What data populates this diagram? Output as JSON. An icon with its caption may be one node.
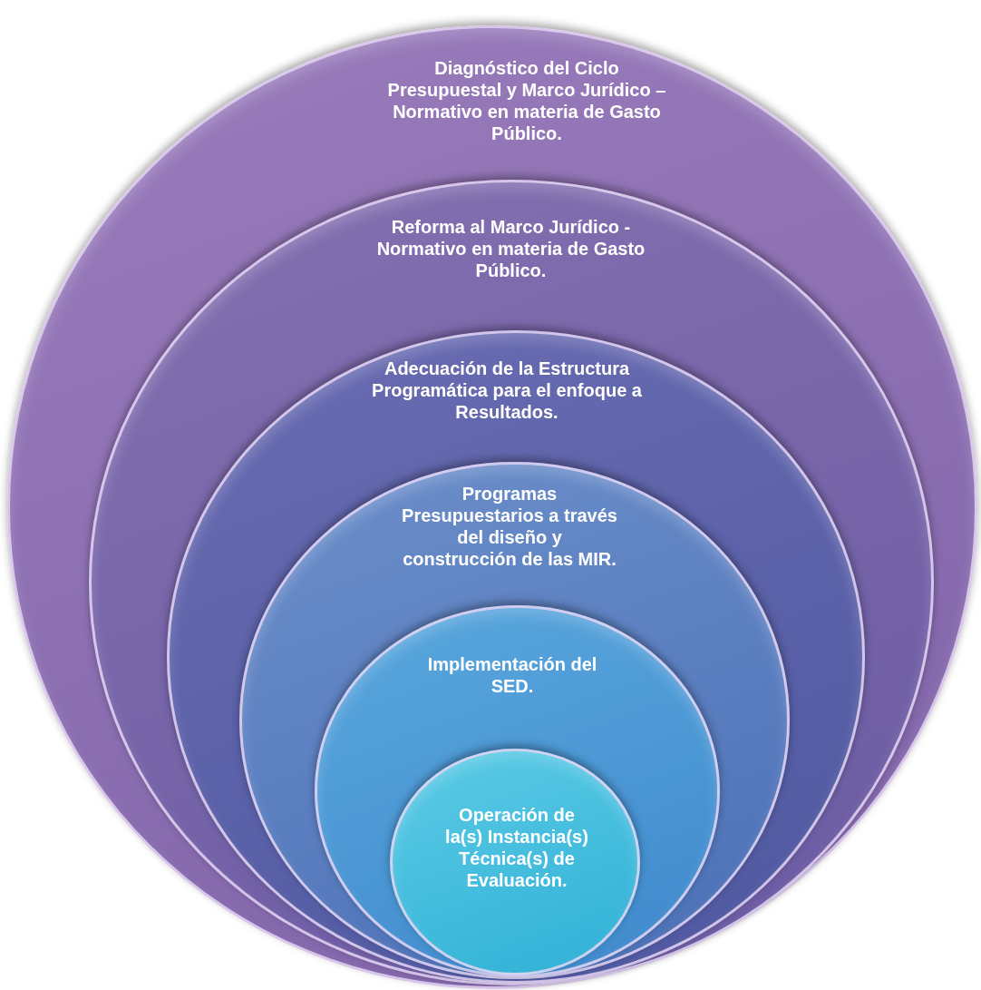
{
  "diagram": {
    "nodes": [
      {
        "text": [
          "Diagnóstico del Ciclo Presupuestal y Marco Jurídico – Normativo en materia de Gasto Público."
        ]
      },
      {
        "text": [
          "Reforma al Marco Jurídico - Normativo en materia de Gasto Público."
        ],
        "in": 0
      },
      {
        "text": [
          "Adecuación de la Estructura Programática para el enfoque a Resultados."
        ],
        "in": 1
      },
      {
        "text": [
          "Programas Presupuestarios a través del diseño y construcción de las MIR."
        ],
        "in": 2
      },
      {
        "text": [
          "Implementación del SED."
        ],
        "in": 3
      },
      {
        "text": [
          "Operación de la(s) Instancia(s) Técnica(s) de Evaluación."
        ],
        "in": 4
      }
    ],
    "edges": []
  }
}
